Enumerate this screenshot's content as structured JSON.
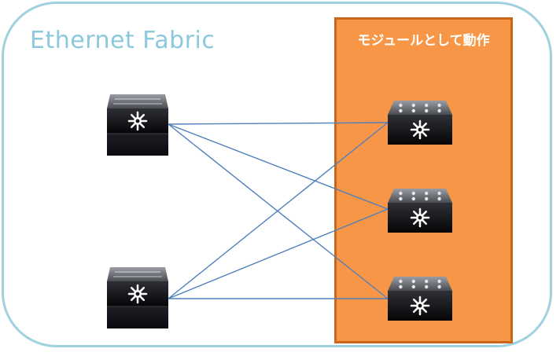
{
  "fabric": {
    "title": "Ethernet Fabric"
  },
  "module_group": {
    "label": "モジュールとして動作"
  },
  "colors": {
    "fabric_border": "#9fd1df",
    "fabric_title": "#8cc9dc",
    "module_fill": "#f79646",
    "module_border": "#c9661a",
    "link": "#4f81bd"
  },
  "left_switches": [
    {
      "id": "left-1"
    },
    {
      "id": "left-2"
    }
  ],
  "right_switches": [
    {
      "id": "right-1"
    },
    {
      "id": "right-2"
    },
    {
      "id": "right-3"
    }
  ],
  "links": [
    {
      "from": "left-1",
      "to": "right-1"
    },
    {
      "from": "left-1",
      "to": "right-2"
    },
    {
      "from": "left-1",
      "to": "right-3"
    },
    {
      "from": "left-2",
      "to": "right-1"
    },
    {
      "from": "left-2",
      "to": "right-2"
    },
    {
      "from": "left-2",
      "to": "right-3"
    }
  ]
}
